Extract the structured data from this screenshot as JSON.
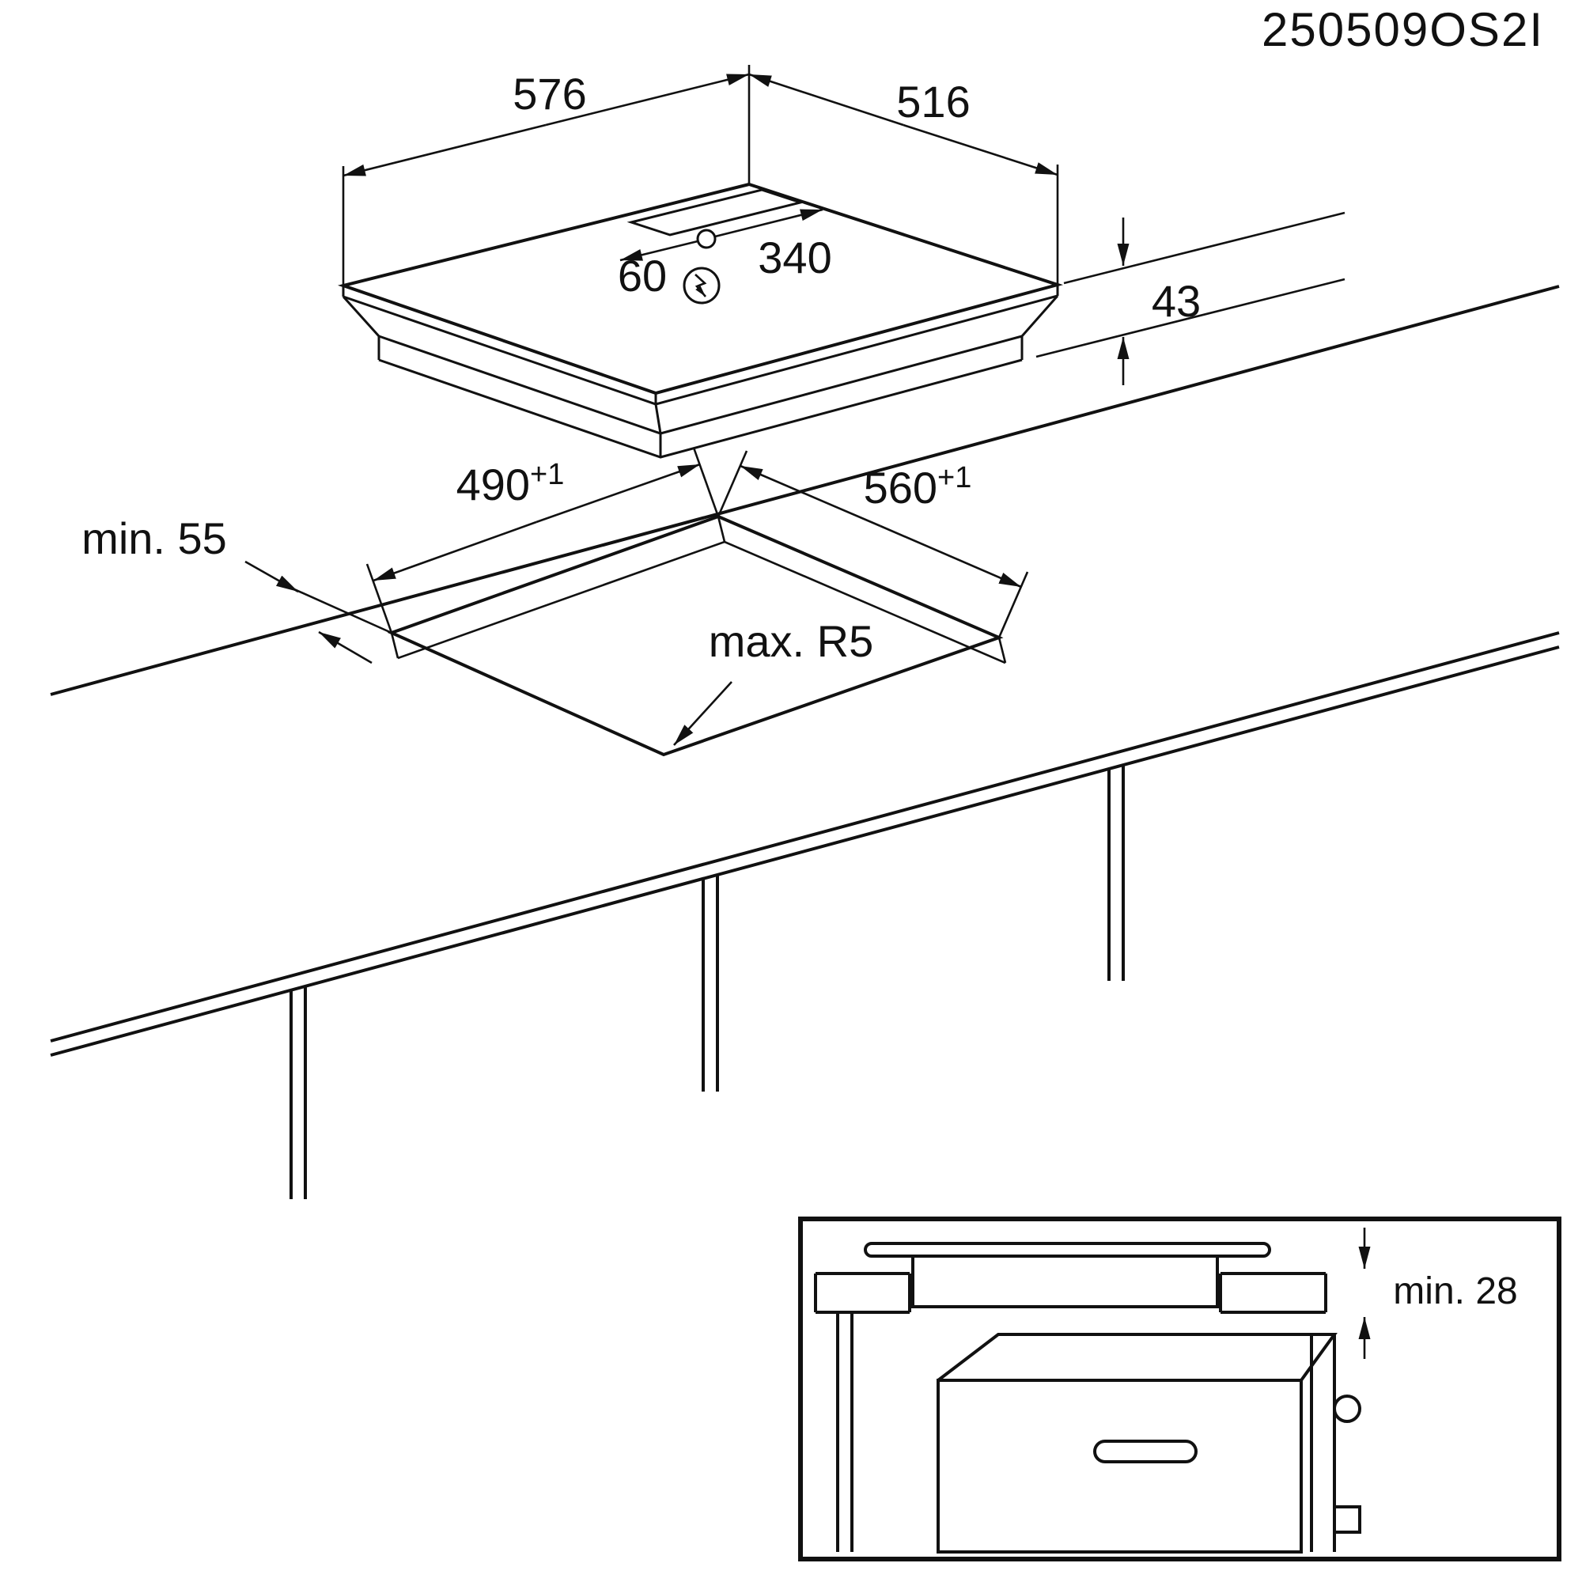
{
  "drawing_code": "250509OS2I",
  "hob": {
    "width": "576",
    "depth": "516",
    "cable_offset_small": "60",
    "cable_offset_large": "340",
    "height": "43"
  },
  "cutout": {
    "depth": "490",
    "depth_tolerance": "+1",
    "width": "560",
    "width_tolerance": "+1",
    "rear_clearance": "min. 55",
    "corner_radius": "max. R5"
  },
  "inset": {
    "worktop_thickness": "min. 28"
  },
  "icons": {
    "power_connection": "lightning-bolt"
  },
  "colors": {
    "line": "#111111",
    "background": "#ffffff"
  }
}
